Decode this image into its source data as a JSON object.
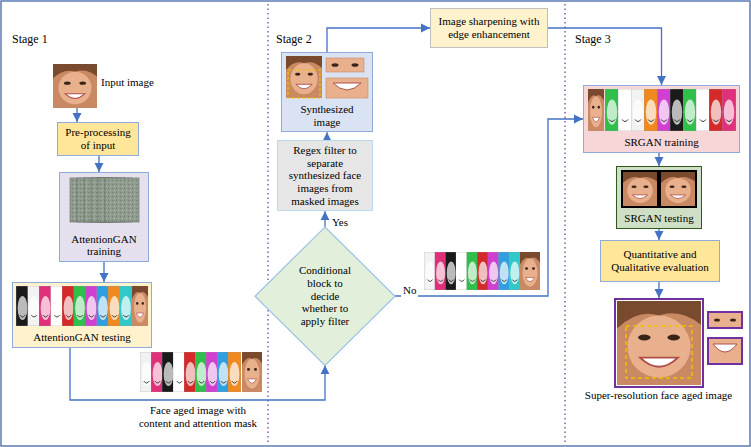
{
  "diagram": {
    "nodes": [
      {
        "text": [
          "Input image"
        ]
      },
      {
        "text": [
          "Pre-processing of input"
        ]
      },
      {
        "text": [
          "AttentionGAN training"
        ]
      },
      {
        "text": [
          "AttentionGAN testing"
        ]
      },
      {
        "text": [
          "Synthesized image"
        ]
      },
      {
        "text": [
          "Image sharpening with edge enhancement"
        ]
      },
      {
        "text": [
          "Regex filter to separate synthesized face images from masked images"
        ]
      },
      {
        "text": [
          "Conditional block to decide whether to apply filter"
        ]
      },
      {
        "text": [
          "SRGAN training"
        ]
      },
      {
        "text": [
          "SRGAN testing"
        ]
      },
      {
        "text": [
          "Quantitative and Qualitative evaluation"
        ]
      },
      {
        "text": [
          "Super-resolution face aged image"
        ]
      }
    ],
    "edges": [
      {
        "from": 0,
        "to": 1,
        "arrow": "to"
      },
      {
        "from": 1,
        "to": 2,
        "arrow": "to"
      },
      {
        "from": 2,
        "to": 3,
        "arrow": "to"
      },
      {
        "from": 3,
        "to": 7,
        "label": "Face aged image with content and attention mask",
        "arrow": "to"
      },
      {
        "from": 7,
        "to": 6,
        "label": "Yes",
        "arrow": "to"
      },
      {
        "from": 6,
        "to": 4,
        "arrow": "to"
      },
      {
        "from": 4,
        "to": 5,
        "arrow": "to"
      },
      {
        "from": 5,
        "to": 8,
        "arrow": "to"
      },
      {
        "from": 7,
        "to": 8,
        "label": "No",
        "arrow": "to"
      },
      {
        "from": 8,
        "to": 9,
        "arrow": "to"
      },
      {
        "from": 9,
        "to": 10,
        "arrow": "to"
      },
      {
        "from": 10,
        "to": 11,
        "arrow": "to"
      }
    ],
    "labels": [
      "Stage 1",
      "Stage 2",
      "Stage 3"
    ]
  }
}
